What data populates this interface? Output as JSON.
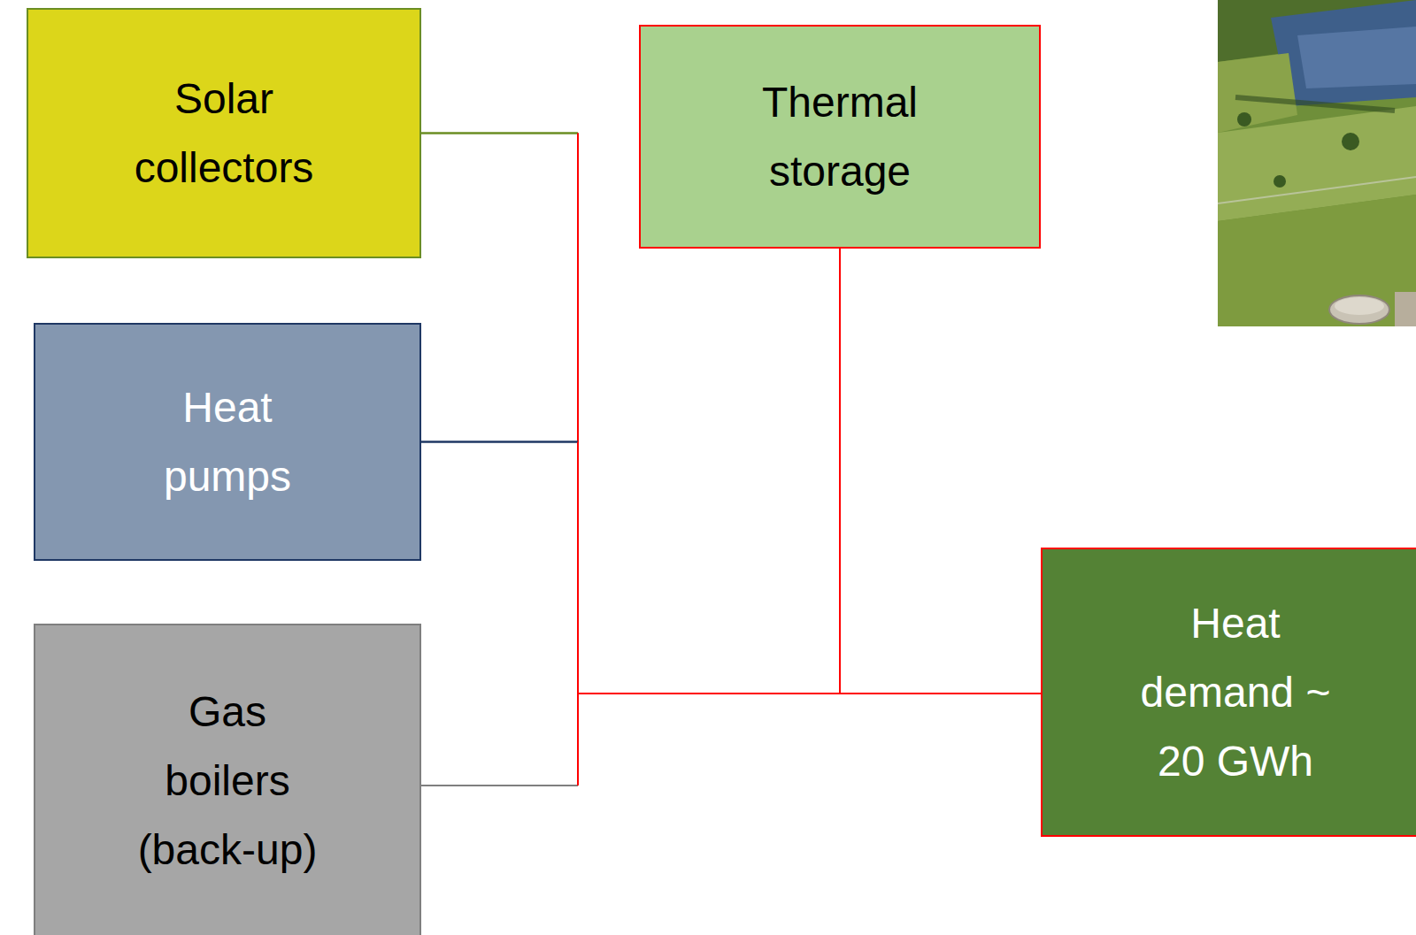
{
  "diagram": {
    "nodes": [
      {
        "text": [
          "Solar collectors"
        ]
      },
      {
        "text": [
          "Heat pumps"
        ]
      },
      {
        "text": [
          "Gas boilers (back-up)"
        ]
      },
      {
        "text": [
          "Thermal storage"
        ]
      },
      {
        "text": [
          "Heat demand ~ 20 GWh"
        ]
      }
    ],
    "edges": [
      {
        "from": 0,
        "to": 3,
        "arrow": "none"
      },
      {
        "from": 0,
        "to": 4,
        "arrow": "none"
      },
      {
        "from": 1,
        "to": 3,
        "arrow": "none"
      },
      {
        "from": 1,
        "to": 4,
        "arrow": "none"
      },
      {
        "from": 2,
        "to": 3,
        "arrow": "none"
      },
      {
        "from": 2,
        "to": 4,
        "arrow": "none"
      },
      {
        "from": 3,
        "to": 4,
        "arrow": "none"
      }
    ]
  }
}
